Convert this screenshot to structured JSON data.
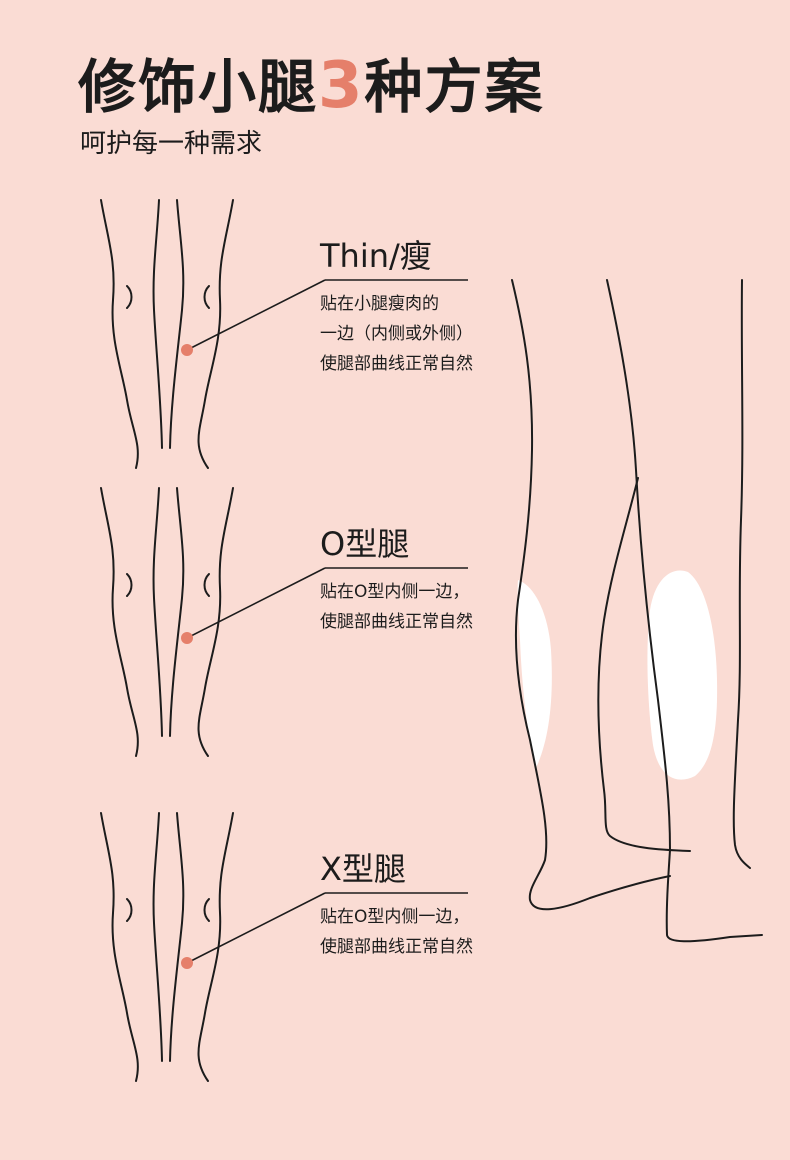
{
  "header": {
    "title_prefix": "修饰小腿",
    "title_number": "3",
    "title_suffix": "种方案",
    "subtitle": "呵护每一种需求"
  },
  "sections": [
    {
      "heading": "Thin/瘦",
      "lines": [
        "贴在小腿瘦肉的",
        "一边（内侧或外侧）",
        "使腿部曲线正常自然"
      ]
    },
    {
      "heading": "O型腿",
      "lines": [
        "贴在O型内侧一边，",
        "使腿部曲线正常自然"
      ]
    },
    {
      "heading": "X型腿",
      "lines": [
        "贴在O型内侧一边，",
        "使腿部曲线正常自然"
      ]
    }
  ],
  "colors": {
    "background": "#fadcd4",
    "accent": "#e57f6a",
    "line": "#1c1c1c",
    "patch": "#ffffff"
  }
}
